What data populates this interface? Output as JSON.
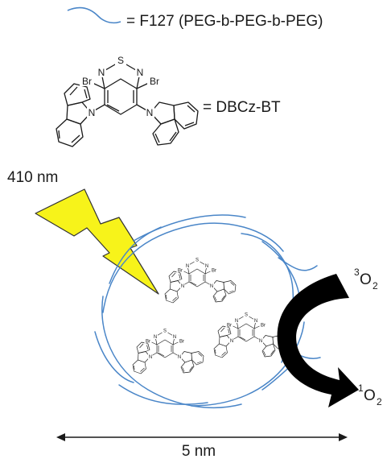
{
  "legend": {
    "polymer_label": "= F127 (PEG-b-PEG-b-PEG)",
    "dye_label": "= DBCz-BT"
  },
  "light": {
    "wavelength_label": "410 nm",
    "bolt_color": "#f7f31a"
  },
  "oxygen": {
    "triplet": {
      "sup": "3",
      "main": "O",
      "sub": "2"
    },
    "singlet": {
      "sup": "1",
      "main": "O",
      "sub": "2"
    },
    "arrow_color": "#000000"
  },
  "scale": {
    "label": "5 nm"
  },
  "molecule_atoms": {
    "S": "S",
    "N": "N",
    "Br": "Br"
  },
  "colors": {
    "polymer": "#4a86c8",
    "ink": "#1a1a1a"
  }
}
